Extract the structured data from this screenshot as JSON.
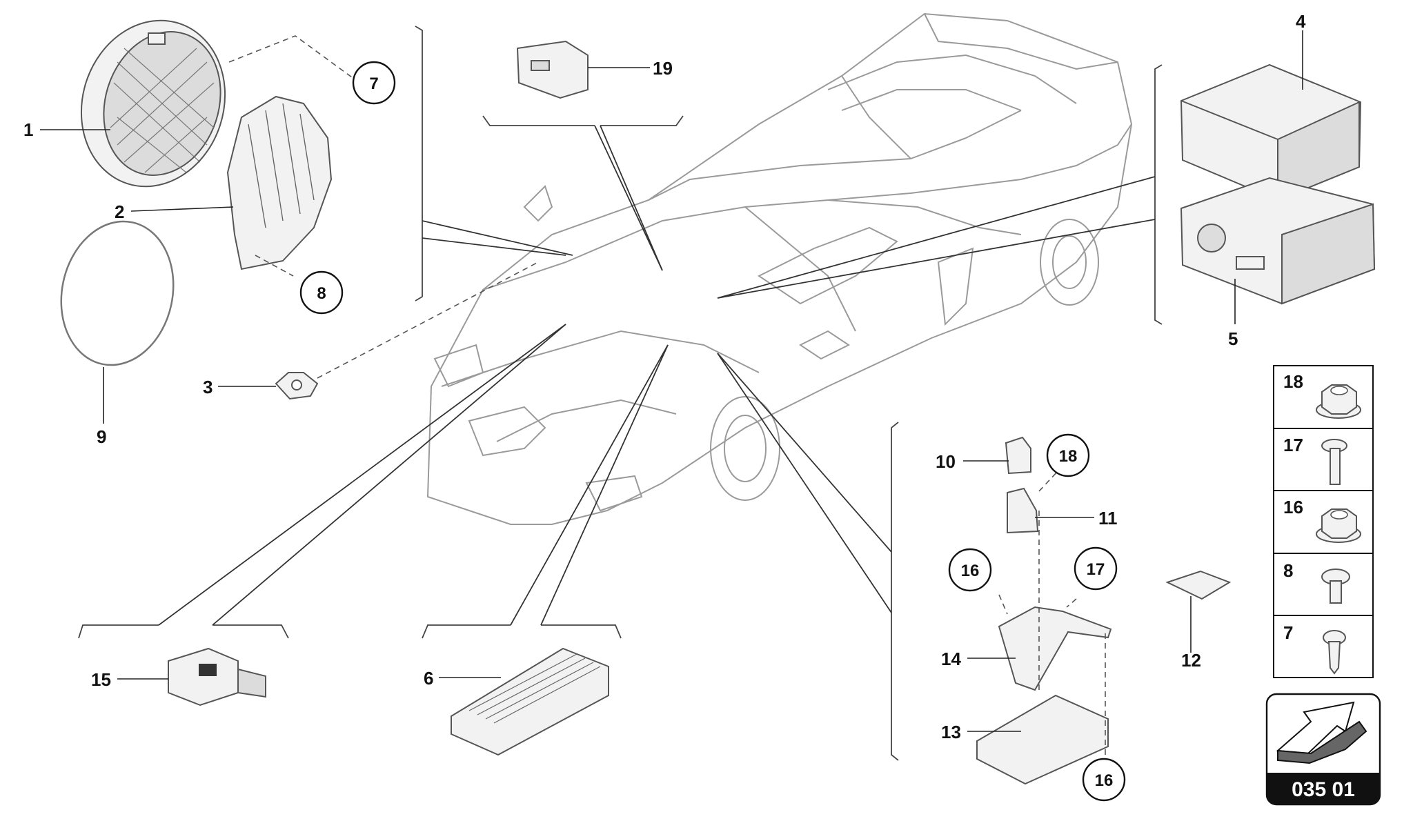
{
  "callouts": {
    "p1": "1",
    "p2": "2",
    "p3": "3",
    "p4": "4",
    "p5": "5",
    "p6": "6",
    "p9": "9",
    "p10": "10",
    "p11": "11",
    "p12": "12",
    "p13": "13",
    "p14": "14",
    "p15": "15",
    "p19": "19"
  },
  "circled_refs": {
    "c7": "7",
    "c8": "8",
    "c18": "18",
    "c16a": "16",
    "c17": "17",
    "c16b": "16"
  },
  "fastener_legend": [
    {
      "number": "18",
      "icon": "flange-nut-icon"
    },
    {
      "number": "17",
      "icon": "long-screw-icon"
    },
    {
      "number": "16",
      "icon": "flange-nut-icon"
    },
    {
      "number": "8",
      "icon": "short-screw-icon"
    },
    {
      "number": "7",
      "icon": "screw-icon"
    }
  ],
  "diagram_code": "035 01",
  "colors": {
    "line": "#333333",
    "part_fill": "#f2f2f2",
    "badge_bg": "#111111",
    "badge_text": "#ffffff"
  }
}
